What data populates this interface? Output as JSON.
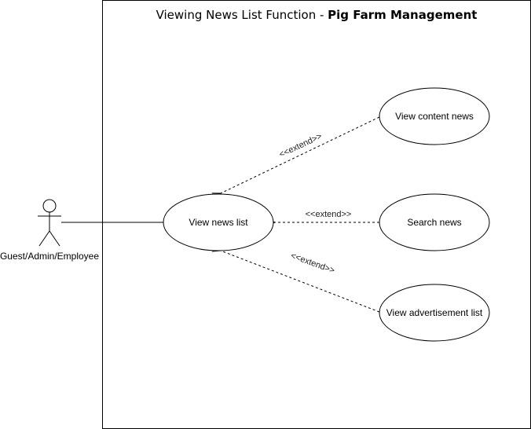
{
  "diagram": {
    "title_prefix": "Viewing News List Function - ",
    "title_bold": "Pig Farm Management",
    "actor": {
      "label": "Guest/Admin/Employee"
    },
    "use_cases": {
      "main": "View news list",
      "content": "View content news",
      "search": "Search news",
      "advert": "View advertisement list"
    },
    "relations": {
      "extend_content": "<<extend>>",
      "extend_search": "<<extend>>",
      "extend_advert": "<<extend>>"
    }
  },
  "colors": {
    "stroke": "#000000",
    "background": "#ffffff"
  }
}
